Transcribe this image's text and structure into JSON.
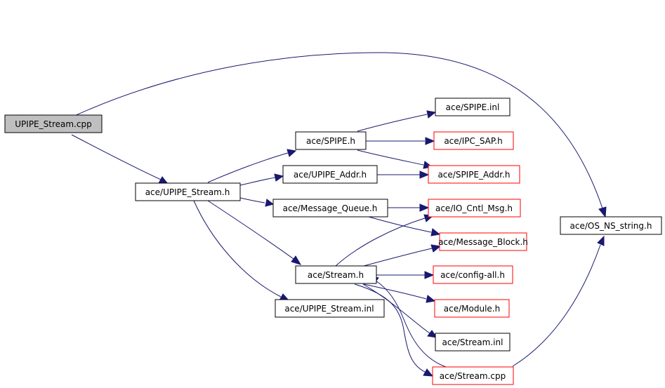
{
  "colors": {
    "edge": "#191970",
    "border_documented": "#000000",
    "border_undocumented": "#ff0000",
    "root_fill": "#bfbfbf",
    "node_fill": "#ffffff"
  },
  "nodes": {
    "upipe_stream_cpp": {
      "label": "UPIPE_Stream.cpp",
      "kind": "root"
    },
    "upipe_stream_h": {
      "label": "ace/UPIPE_Stream.h",
      "kind": "documented"
    },
    "spipe_h": {
      "label": "ace/SPIPE.h",
      "kind": "documented"
    },
    "upipe_addr_h": {
      "label": "ace/UPIPE_Addr.h",
      "kind": "documented"
    },
    "message_queue_h": {
      "label": "ace/Message_Queue.h",
      "kind": "documented"
    },
    "stream_h": {
      "label": "ace/Stream.h",
      "kind": "documented"
    },
    "upipe_stream_inl": {
      "label": "ace/UPIPE_Stream.inl",
      "kind": "documented"
    },
    "spipe_inl": {
      "label": "ace/SPIPE.inl",
      "kind": "documented"
    },
    "ipc_sap_h": {
      "label": "ace/IPC_SAP.h",
      "kind": "undocumented"
    },
    "spipe_addr_h": {
      "label": "ace/SPIPE_Addr.h",
      "kind": "undocumented"
    },
    "io_cntl_msg_h": {
      "label": "ace/IO_Cntl_Msg.h",
      "kind": "undocumented"
    },
    "message_block_h": {
      "label": "ace/Message_Block.h",
      "kind": "undocumented"
    },
    "config_all_h": {
      "label": "ace/config-all.h",
      "kind": "undocumented"
    },
    "module_h": {
      "label": "ace/Module.h",
      "kind": "undocumented"
    },
    "stream_inl": {
      "label": "ace/Stream.inl",
      "kind": "documented"
    },
    "stream_cpp": {
      "label": "ace/Stream.cpp",
      "kind": "undocumented"
    },
    "os_ns_string_h": {
      "label": "ace/OS_NS_string.h",
      "kind": "documented"
    }
  },
  "edges": [
    {
      "from": "UPIPE_Stream.cpp",
      "to": "ace/UPIPE_Stream.h"
    },
    {
      "from": "UPIPE_Stream.cpp",
      "to": "ace/OS_NS_string.h"
    },
    {
      "from": "ace/UPIPE_Stream.h",
      "to": "ace/SPIPE.h"
    },
    {
      "from": "ace/UPIPE_Stream.h",
      "to": "ace/UPIPE_Addr.h"
    },
    {
      "from": "ace/UPIPE_Stream.h",
      "to": "ace/Message_Queue.h"
    },
    {
      "from": "ace/UPIPE_Stream.h",
      "to": "ace/Stream.h"
    },
    {
      "from": "ace/UPIPE_Stream.h",
      "to": "ace/UPIPE_Stream.inl"
    },
    {
      "from": "ace/SPIPE.h",
      "to": "ace/SPIPE.inl"
    },
    {
      "from": "ace/SPIPE.h",
      "to": "ace/IPC_SAP.h"
    },
    {
      "from": "ace/SPIPE.h",
      "to": "ace/SPIPE_Addr.h"
    },
    {
      "from": "ace/UPIPE_Addr.h",
      "to": "ace/SPIPE_Addr.h"
    },
    {
      "from": "ace/Message_Queue.h",
      "to": "ace/IO_Cntl_Msg.h"
    },
    {
      "from": "ace/Message_Queue.h",
      "to": "ace/Message_Block.h"
    },
    {
      "from": "ace/Stream.h",
      "to": "ace/IO_Cntl_Msg.h"
    },
    {
      "from": "ace/Stream.h",
      "to": "ace/Message_Block.h"
    },
    {
      "from": "ace/Stream.h",
      "to": "ace/config-all.h"
    },
    {
      "from": "ace/Stream.h",
      "to": "ace/Module.h"
    },
    {
      "from": "ace/Stream.h",
      "to": "ace/Stream.inl"
    },
    {
      "from": "ace/Stream.h",
      "to": "ace/Stream.cpp"
    },
    {
      "from": "ace/Stream.cpp",
      "to": "ace/Stream.h"
    },
    {
      "from": "ace/Stream.cpp",
      "to": "ace/OS_NS_string.h"
    }
  ]
}
